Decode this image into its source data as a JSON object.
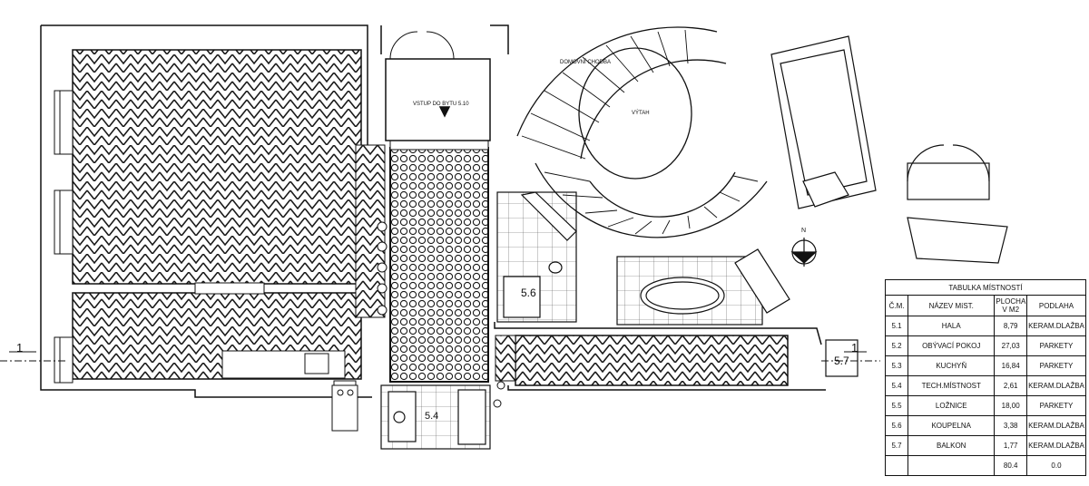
{
  "plan": {
    "labels": {
      "entrance": "VSTUP DO BYTU 5.10",
      "house_entrance": "DOMOVNÍ CHODBA",
      "elevator": "VÝTAH",
      "north": "N",
      "room_5_6": "5.6",
      "room_5_4": "5.4",
      "room_5_7": "5.7",
      "section_left": "1",
      "section_right": "1"
    }
  },
  "table": {
    "title": "TABULKA MÍSTNOSTÍ",
    "headers": [
      "Č.M.",
      "NÁZEV MíST.",
      "PLOCHA V M2",
      "PODLAHA"
    ],
    "rows": [
      {
        "num": "5.1",
        "name": "HALA",
        "area": "8,79",
        "floor": "KERAM.DLAŽBA"
      },
      {
        "num": "5.2",
        "name": "OBÝVACÍ POKOJ",
        "area": "27,03",
        "floor": "PARKETY"
      },
      {
        "num": "5.3",
        "name": "KUCHYŇ",
        "area": "16,84",
        "floor": "PARKETY"
      },
      {
        "num": "5.4",
        "name": "TECH.MÍSTNOST",
        "area": "2,61",
        "floor": "KERAM.DLAŽBA"
      },
      {
        "num": "5.5",
        "name": "LOŽNICE",
        "area": "18,00",
        "floor": "PARKETY"
      },
      {
        "num": "5.6",
        "name": "KOUPELNA",
        "area": "3,38",
        "floor": "KERAM.DLAŽBA"
      },
      {
        "num": "5.7",
        "name": "BALKON",
        "area": "1,77",
        "floor": "KERAM.DLAŽBA"
      },
      {
        "num": "",
        "name": "",
        "area": "80.4",
        "floor": "0.0"
      }
    ]
  }
}
